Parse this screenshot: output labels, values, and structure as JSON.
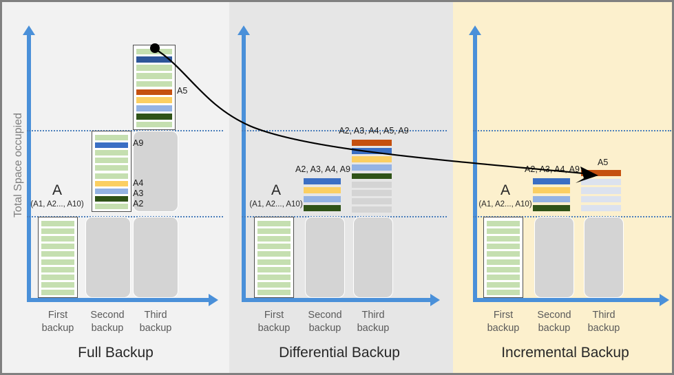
{
  "figure": {
    "y_axis_label": "Total Space occupied",
    "tick_labels": [
      "First backup",
      "Second backup",
      "Third backup"
    ],
    "tick_label_lines": [
      [
        "First",
        "backup"
      ],
      [
        "Second",
        "backup"
      ],
      [
        "Third",
        "backup"
      ]
    ],
    "panels": [
      {
        "id": "full",
        "title": "Full Backup",
        "background": "#f2f2f2",
        "dataset_label": "A",
        "dataset_sublabel": "(A1, A2..., A10)",
        "stacks": [
          {
            "name": "first-backup",
            "tick": "First backup",
            "framed": true,
            "bars": [
              {
                "color": "#c5dfb0",
                "label": ""
              },
              {
                "color": "#c5dfb0",
                "label": ""
              },
              {
                "color": "#c5dfb0",
                "label": ""
              },
              {
                "color": "#c5dfb0",
                "label": ""
              },
              {
                "color": "#c5dfb0",
                "label": ""
              },
              {
                "color": "#c5dfb0",
                "label": ""
              },
              {
                "color": "#c5dfb0",
                "label": ""
              },
              {
                "color": "#c5dfb0",
                "label": ""
              },
              {
                "color": "#c5dfb0",
                "label": ""
              },
              {
                "color": "#c5dfb0",
                "label": ""
              }
            ]
          },
          {
            "name": "second-backup",
            "tick": "Second backup",
            "framed": true,
            "bars": [
              {
                "color": "#c5dfb0",
                "label": ""
              },
              {
                "color": "#3b6fc4",
                "label": "A9"
              },
              {
                "color": "#c5dfb0",
                "label": ""
              },
              {
                "color": "#c5dfb0",
                "label": ""
              },
              {
                "color": "#c5dfb0",
                "label": ""
              },
              {
                "color": "#c5dfb0",
                "label": ""
              },
              {
                "color": "#fbcf62",
                "label": "A4"
              },
              {
                "color": "#94b3e4",
                "label": "A3"
              },
              {
                "color": "#2f5318",
                "label": "A2"
              },
              {
                "color": "#c5dfb0",
                "label": ""
              }
            ]
          },
          {
            "name": "third-backup",
            "tick": "Third backup",
            "framed": true,
            "bars": [
              {
                "color": "#c5dfb0",
                "label": ""
              },
              {
                "color": "#2d5699",
                "label": ""
              },
              {
                "color": "#c5dfb0",
                "label": ""
              },
              {
                "color": "#c5dfb0",
                "label": ""
              },
              {
                "color": "#c5dfb0",
                "label": ""
              },
              {
                "color": "#c5500f",
                "label": "A5"
              },
              {
                "color": "#fbcf62",
                "label": ""
              },
              {
                "color": "#94b3e4",
                "label": ""
              },
              {
                "color": "#2f5318",
                "label": ""
              },
              {
                "color": "#c5dfb0",
                "label": ""
              }
            ]
          }
        ]
      },
      {
        "id": "differential",
        "title": "Differential Backup",
        "background": "#e6e6e6",
        "dataset_label": "A",
        "dataset_sublabel": "(A1, A2..., A10)",
        "stacks": [
          {
            "name": "first-backup",
            "tick": "First backup",
            "framed": true,
            "bars": [
              {
                "color": "#c5dfb0",
                "label": ""
              },
              {
                "color": "#c5dfb0",
                "label": ""
              },
              {
                "color": "#c5dfb0",
                "label": ""
              },
              {
                "color": "#c5dfb0",
                "label": ""
              },
              {
                "color": "#c5dfb0",
                "label": ""
              },
              {
                "color": "#c5dfb0",
                "label": ""
              },
              {
                "color": "#c5dfb0",
                "label": ""
              },
              {
                "color": "#c5dfb0",
                "label": ""
              },
              {
                "color": "#c5dfb0",
                "label": ""
              },
              {
                "color": "#c5dfb0",
                "label": ""
              }
            ]
          },
          {
            "name": "second-backup",
            "tick": "Second backup",
            "framed": false,
            "set_label": "A2, A3, A4, A9",
            "bars": [
              {
                "color": "#3b6fc4",
                "label": ""
              },
              {
                "color": "#fbcf62",
                "label": ""
              },
              {
                "color": "#94b3e4",
                "label": ""
              },
              {
                "color": "#2f5318",
                "label": ""
              }
            ]
          },
          {
            "name": "third-backup",
            "tick": "Third backup",
            "framed": false,
            "set_label": "A2, A3, A4, A5, A9",
            "bars": [
              {
                "color": "#c5500f",
                "label": ""
              },
              {
                "color": "#3b6fc4",
                "label": ""
              },
              {
                "color": "#fbcf62",
                "label": ""
              },
              {
                "color": "#94b3e4",
                "label": ""
              },
              {
                "color": "#2f5318",
                "label": ""
              },
              {
                "color": "#d4d4d4",
                "label": ""
              },
              {
                "color": "#d4d4d4",
                "label": ""
              },
              {
                "color": "#d4d4d4",
                "label": ""
              },
              {
                "color": "#d4d4d4",
                "label": ""
              }
            ]
          }
        ]
      },
      {
        "id": "incremental",
        "title": "Incremental Backup",
        "background": "#fcf0cd",
        "dataset_label": "A",
        "dataset_sublabel": "(A1, A2..., A10)",
        "stacks": [
          {
            "name": "first-backup",
            "tick": "First backup",
            "framed": true,
            "bars": [
              {
                "color": "#c5dfb0",
                "label": ""
              },
              {
                "color": "#c5dfb0",
                "label": ""
              },
              {
                "color": "#c5dfb0",
                "label": ""
              },
              {
                "color": "#c5dfb0",
                "label": ""
              },
              {
                "color": "#c5dfb0",
                "label": ""
              },
              {
                "color": "#c5dfb0",
                "label": ""
              },
              {
                "color": "#c5dfb0",
                "label": ""
              },
              {
                "color": "#c5dfb0",
                "label": ""
              },
              {
                "color": "#c5dfb0",
                "label": ""
              },
              {
                "color": "#c5dfb0",
                "label": ""
              }
            ]
          },
          {
            "name": "second-backup",
            "tick": "Second backup",
            "framed": false,
            "set_label": "A2, A3, A4, A9",
            "bars": [
              {
                "color": "#3b6fc4",
                "label": ""
              },
              {
                "color": "#fbcf62",
                "label": ""
              },
              {
                "color": "#94b3e4",
                "label": ""
              },
              {
                "color": "#2f5318",
                "label": ""
              }
            ]
          },
          {
            "name": "third-backup",
            "tick": "Third backup",
            "framed": false,
            "set_label": "",
            "bars": [
              {
                "color": "#c5500f",
                "label": "A5"
              },
              {
                "color": "#dce2ee",
                "label": ""
              },
              {
                "color": "#dce2ee",
                "label": ""
              },
              {
                "color": "#dce2ee",
                "label": ""
              },
              {
                "color": "#dce2ee",
                "label": ""
              }
            ]
          }
        ]
      }
    ],
    "annotation": {
      "source_label": "A5",
      "target_label": "A5",
      "description": "curved arrow from A5 block in Full Backup third stack to A5 block in Incremental Backup third stack"
    },
    "colors": {
      "axis": "#4a90d9",
      "guide": "#4a7ebb",
      "green": "#c5dfb0",
      "blue": "#3b6fc4",
      "dark_blue": "#2d5699",
      "light_blue": "#94b3e4",
      "yellow": "#fbcf62",
      "orange": "#c5500f",
      "dark_green": "#2f5318",
      "gray": "#d4d4d4",
      "pale_gray": "#dce2ee"
    }
  }
}
